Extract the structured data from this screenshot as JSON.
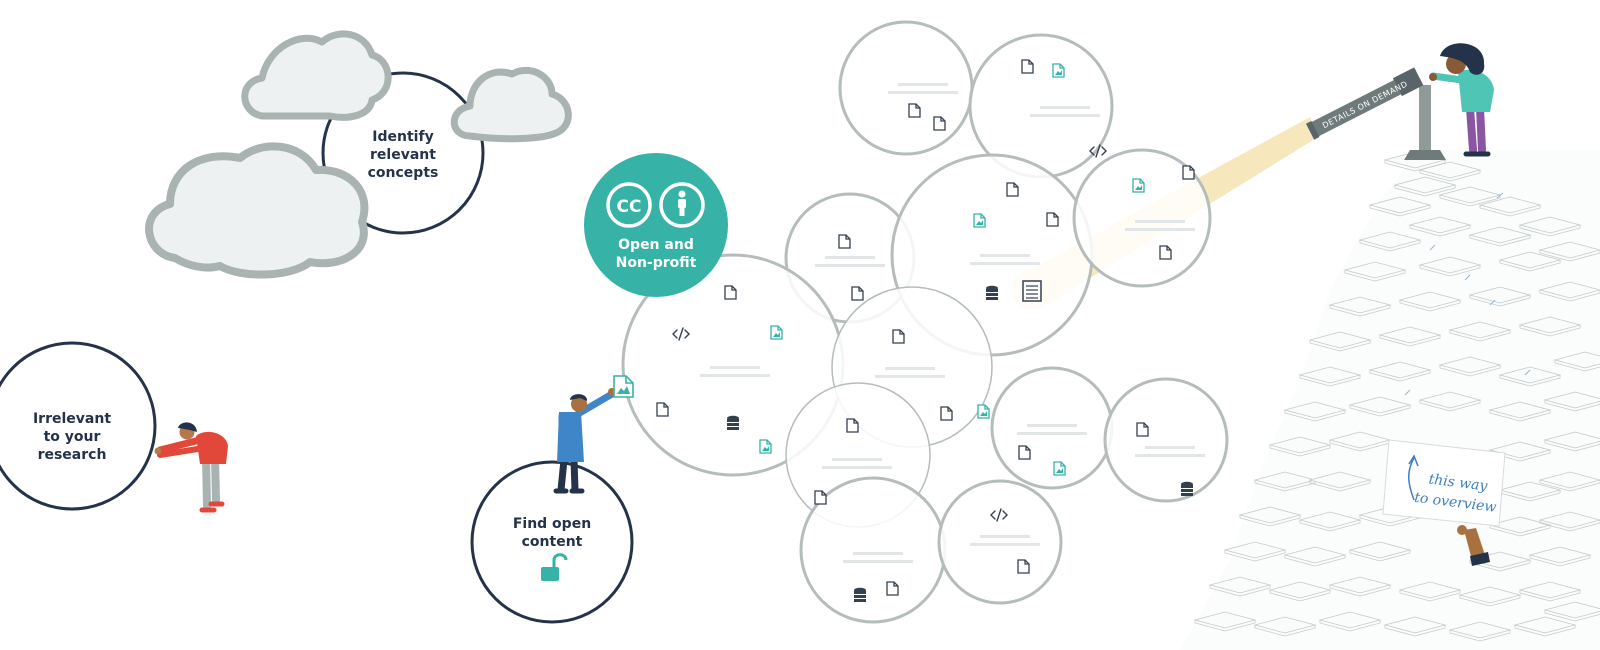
{
  "labels": {
    "identify": [
      "Identify",
      "relevant",
      "concepts"
    ],
    "irrelevant": [
      "Irrelevant",
      "to your",
      "research"
    ],
    "open": [
      "Open and",
      "Non-profit"
    ],
    "find": [
      "Find open",
      "content"
    ]
  },
  "license_badge": {
    "cc_text": "CC",
    "icons": [
      "cc-icon",
      "attribution-icon"
    ]
  },
  "telescope_text": "DETAILS ON DEMAND",
  "sign_text": [
    "this way",
    "to overview"
  ],
  "colors": {
    "navy": "#24334a",
    "bubble_stroke": "#b4bdbb",
    "teal": "#36b3a6",
    "cloud_fill": "#eef1f1",
    "cloud_stroke": "#a9b3b2",
    "beam": "#f7e7bd",
    "ink_blue": "#3a7fbf"
  }
}
